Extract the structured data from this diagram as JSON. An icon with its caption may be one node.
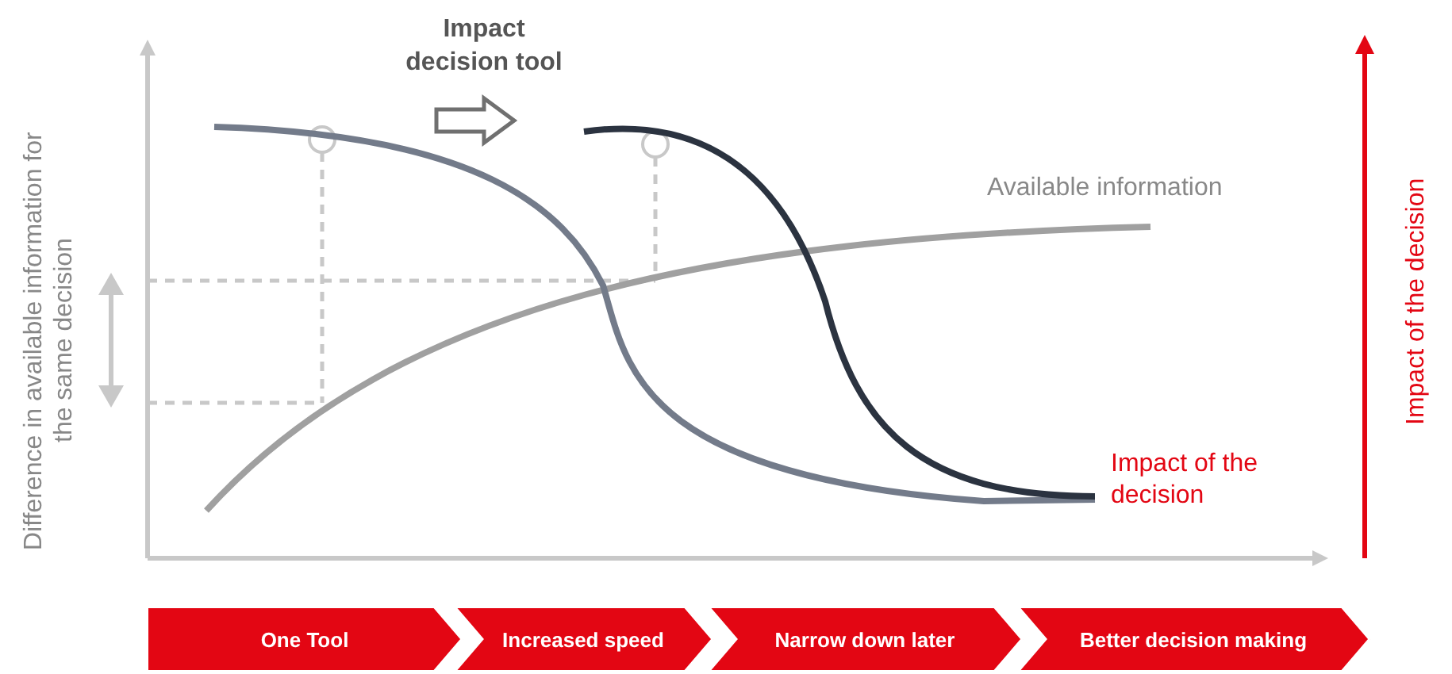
{
  "diagram": {
    "nodes": [
      {
        "text": [
          "One Tool"
        ]
      },
      {
        "text": [
          "Increased speed"
        ]
      },
      {
        "text": [
          "Narrow down later"
        ]
      },
      {
        "text": [
          "Better decision making"
        ]
      }
    ],
    "labels": [
      "Impact decision tool",
      "Available information",
      "Difference in available information for the same decision",
      "Impact of the decision",
      "Impact of the decision"
    ]
  }
}
